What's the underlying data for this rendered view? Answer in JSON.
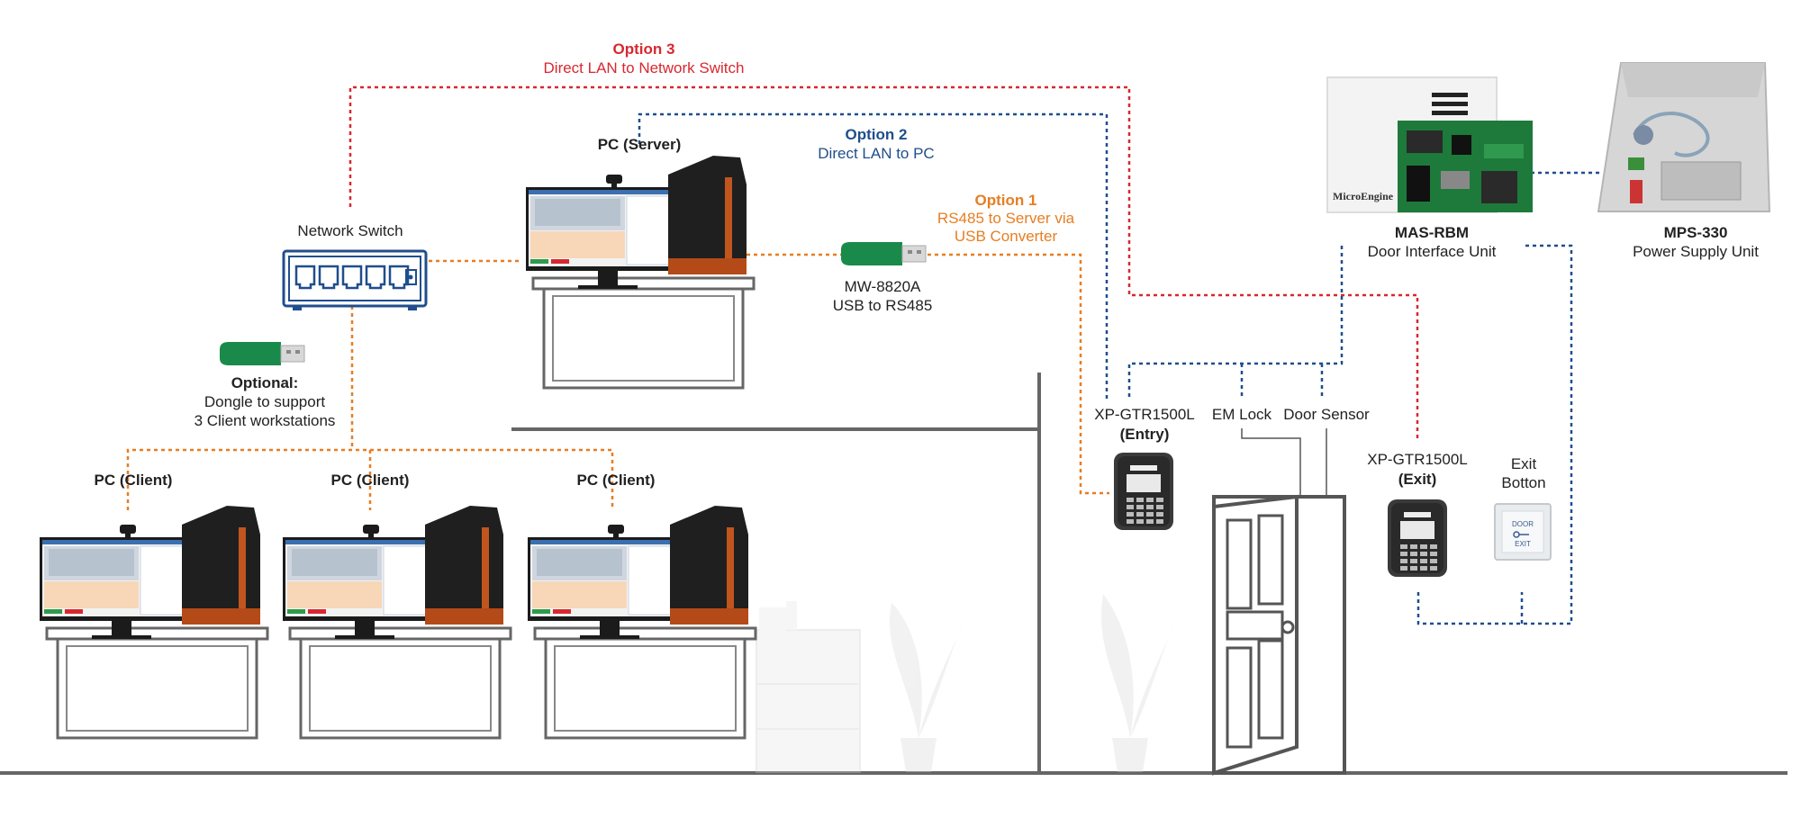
{
  "colors": {
    "option3": "#d7282f",
    "option2": "#1f4e8c",
    "option1": "#e67e22",
    "door_unit_wiring": "#1f4e8c",
    "line": "#555555",
    "dongle": "#1a8a4a"
  },
  "option3": {
    "title": "Option 3",
    "desc": "Direct LAN to Network Switch"
  },
  "option2": {
    "title": "Option 2",
    "desc": "Direct LAN to PC"
  },
  "option1": {
    "title": "Option 1",
    "desc_line1": "RS485 to Server via",
    "desc_line2": "USB Converter"
  },
  "server": {
    "label": "PC (Server)"
  },
  "network_switch": {
    "label": "Network Switch"
  },
  "converter": {
    "model": "MW-8820A",
    "desc": "USB to RS485"
  },
  "dongle": {
    "title": "Optional:",
    "desc_line1": "Dongle to support",
    "desc_line2": "3 Client workstations"
  },
  "clients": [
    {
      "label": "PC (Client)"
    },
    {
      "label": "PC (Client)"
    },
    {
      "label": "PC (Client)"
    }
  ],
  "controller": {
    "model": "MAS-RBM",
    "desc": "Door Interface Unit",
    "brand": "MicroEngine"
  },
  "power_supply": {
    "model": "MPS-330",
    "desc": "Power Supply Unit"
  },
  "entry_reader": {
    "model": "XP-GTR1500L",
    "role": "(Entry)"
  },
  "exit_reader": {
    "model": "XP-GTR1500L",
    "role": "(Exit)"
  },
  "em_lock": {
    "label": "EM Lock"
  },
  "door_sensor": {
    "label": "Door Sensor"
  },
  "exit_button": {
    "label_line1": "Exit",
    "label_line2": "Botton",
    "face_line1": "DOOR",
    "face_line2": "EXIT"
  }
}
